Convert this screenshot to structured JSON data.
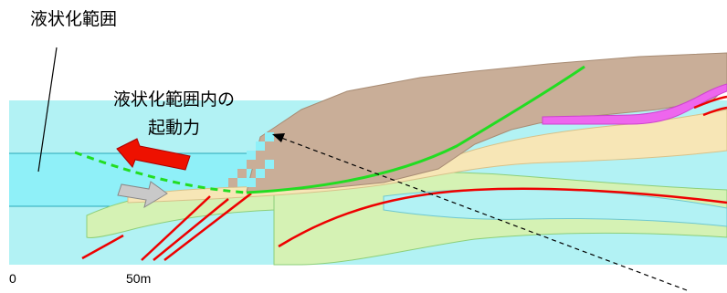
{
  "labels": {
    "liquefaction_range": "液状化範囲",
    "driving_force_line1": "液状化範囲内の",
    "driving_force_line2": "起動力"
  },
  "scale": {
    "zero": "0",
    "fifty": "50m"
  },
  "colors": {
    "water": "#8ff0f8",
    "upper_fill": "#c9ae98",
    "sand_layer": "#f7e6b6",
    "green_layer": "#d5f2b4",
    "cyan_layer": "#b2f2f4",
    "fault_red": "#ee0000",
    "slip_green": "#22dd22",
    "pink_layer": "#ee66ee",
    "arrow_red": "#ee1100",
    "arrow_grey": "#c9c9c9"
  }
}
